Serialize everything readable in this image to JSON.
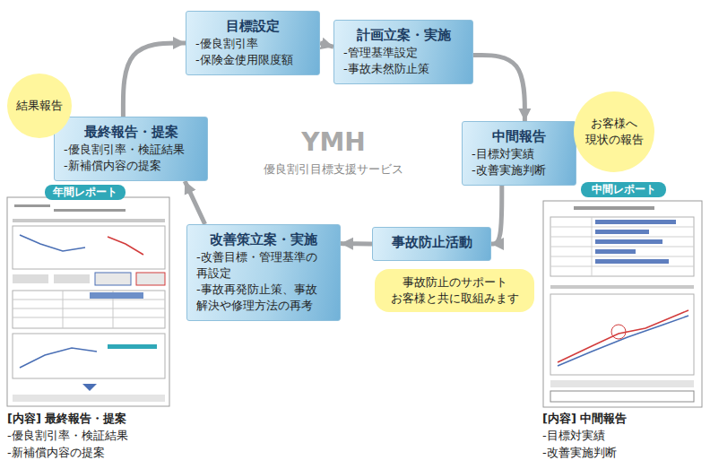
{
  "diagram": {
    "nodes": [
      {
        "text": [
          "目標設定",
          "-優良割引率",
          "-保険金使用限度額"
        ]
      },
      {
        "text": [
          "計画立案・実施",
          "-管理基準設定",
          "-事故未然防止策"
        ]
      },
      {
        "text": [
          "中間報告",
          "-目標対実績",
          "-改善実施判断"
        ]
      },
      {
        "text": [
          "お客様へ 現状の報告"
        ]
      },
      {
        "text": [
          "中間レポート"
        ]
      },
      {
        "text": [
          "事故防止活動"
        ]
      },
      {
        "text": [
          "事故防止のサポート お客様と共に取組みます"
        ]
      },
      {
        "text": [
          "改善策立案・実施",
          "-改善目標・管理基準の 再設定",
          "-事故再発防止策、事故 解決や修理方法の再考"
        ]
      },
      {
        "text": [
          "最終報告・提案",
          "-優良割引率・検証結果",
          "-新補償内容の提案"
        ]
      },
      {
        "text": [
          "結果報告"
        ]
      },
      {
        "text": [
          "年間レポート"
        ]
      }
    ],
    "edges": [
      {
        "from": 0,
        "to": 1,
        "arrow": "to"
      },
      {
        "from": 1,
        "to": 2,
        "arrow": "to"
      },
      {
        "from": 2,
        "to": 5,
        "arrow": "to"
      },
      {
        "from": 5,
        "to": 7,
        "arrow": "to"
      },
      {
        "from": 7,
        "to": 8,
        "arrow": "to"
      },
      {
        "from": 8,
        "to": 0,
        "arrow": "to"
      }
    ],
    "labels": [
      "YMH",
      "優良割引目標支援サービス",
      "[内容] 最終報告・提案",
      "-優良割引率・検証結果",
      "-新補償内容の提案",
      "[内容] 中間報告",
      "-目標対実績",
      "-改善実施判断"
    ]
  }
}
